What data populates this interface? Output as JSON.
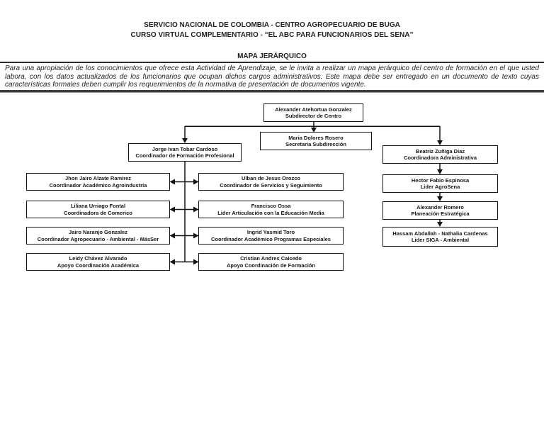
{
  "header": {
    "line1": "SERVICIO NACIONAL DE COLOMBIA - CENTRO AGROPECUARIO DE BUGA",
    "line2": "CURSO VIRTUAL COMPLEMENTARIO - “EL ABC PARA FUNCIONARIOS DEL SENA”",
    "section_title": "MAPA JERÁRQUICO",
    "instructions": "Para una apropiación de los conocimientos que ofrece esta Actividad de Aprendizaje, se le invita a realizar un mapa jerárquico del centro de formación en el que usted labora, con los datos actualizados de los funcionarios que ocupan dichos cargos administrativos. Este mapa debe ser entregado en un documento de texto cuyas características formales deben cumplir los requerimientos de la normativa de presentación de documentos vigente."
  },
  "chart": {
    "type": "org-hierarchy",
    "nodes": {
      "subdirector": {
        "name": "Alexander Atehortua Gonzalez",
        "role": "Subdirector de Centro"
      },
      "secretaria": {
        "name": "Maria Dolores Rosero",
        "role": "Secretaria Subdirección"
      },
      "formacion": {
        "name": "Jorge Ivan Tobar Cardoso",
        "role": "Coordinador de Formación Profesional"
      },
      "administrativa": {
        "name": "Beatriz Zuñiga Diaz",
        "role": "Coordinadora Administrativa"
      },
      "agroindustria": {
        "name": "Jhon Jairo Alzate Ramirez",
        "role": "Coordinador Académico Agroindustria"
      },
      "comercio": {
        "name": "Liliana Urriago Fontal",
        "role": "Coordinadora de Comerico"
      },
      "agropecuario": {
        "name": "Jairo Naranjo Gonzalez",
        "role": "Coordinador Agropecuario - Ambiental - MásSer"
      },
      "apoyo_academica": {
        "name": "Leidy Chávez Alvarado",
        "role": "Apoyo Coordinación Académica"
      },
      "servicios": {
        "name": "Ulban de Jesus Orozco",
        "role": "Coordinador de Servicios y Seguimiento"
      },
      "articulacion": {
        "name": "Francisco Ossa",
        "role": "Lider Articulación con la Educación Media"
      },
      "programas": {
        "name": "Ingrid Yasmid Toro",
        "role": "Coordinador Académico Programas Especiales"
      },
      "apoyo_formacion": {
        "name": "Cristian Andres Caicedo",
        "role": "Apoyo Coordinación de Formación"
      },
      "agrosena": {
        "name": "Hector Fabio Espinosa",
        "role": "Lider AgroSena"
      },
      "planeacion": {
        "name": "Alexander Romero",
        "role": "Planeación Estratégica"
      },
      "siga": {
        "name": "Hassam Abdallah - Nathalia Cardenas",
        "role": "Lider SIGA - Ambiental"
      }
    },
    "line_color": "#141414"
  }
}
